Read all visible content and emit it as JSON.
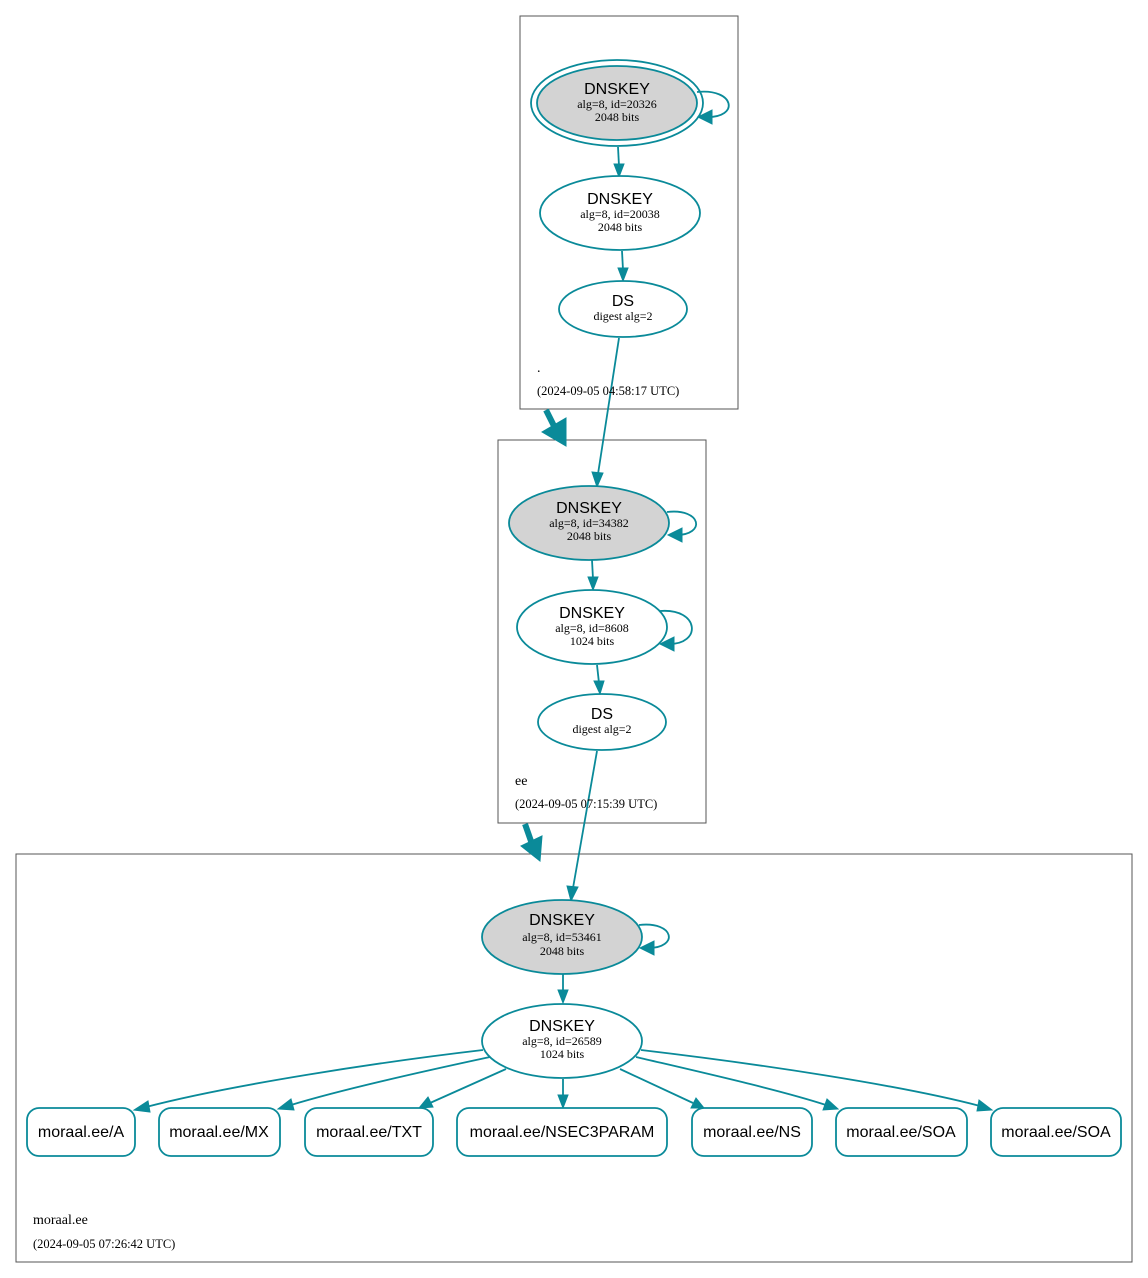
{
  "colors": {
    "edge": "#0a8a99",
    "ksk_fill": "#d3d3d3",
    "zsk_fill": "#ffffff",
    "zone_border": "#555555"
  },
  "zones": [
    {
      "id": "root",
      "name": ".",
      "timestamp": "(2024-09-05 04:58:17 UTC)",
      "nodes": [
        {
          "id": "root-ksk",
          "type": "DNSKEY",
          "line1": "alg=8, id=20326",
          "line2": "2048 bits",
          "fill": "#d3d3d3",
          "trust_anchor": true,
          "self_signed": true
        },
        {
          "id": "root-zsk",
          "type": "DNSKEY",
          "line1": "alg=8, id=20038",
          "line2": "2048 bits",
          "fill": "#ffffff",
          "trust_anchor": false,
          "self_signed": false
        },
        {
          "id": "root-ds",
          "type": "DS",
          "line1": "digest alg=2",
          "line2": "",
          "fill": "#ffffff",
          "trust_anchor": false,
          "self_signed": false
        }
      ]
    },
    {
      "id": "ee",
      "name": "ee",
      "timestamp": "(2024-09-05 07:15:39 UTC)",
      "nodes": [
        {
          "id": "ee-ksk",
          "type": "DNSKEY",
          "line1": "alg=8, id=34382",
          "line2": "2048 bits",
          "fill": "#d3d3d3",
          "trust_anchor": false,
          "self_signed": true
        },
        {
          "id": "ee-zsk",
          "type": "DNSKEY",
          "line1": "alg=8, id=8608",
          "line2": "1024 bits",
          "fill": "#ffffff",
          "trust_anchor": false,
          "self_signed": true
        },
        {
          "id": "ee-ds",
          "type": "DS",
          "line1": "digest alg=2",
          "line2": "",
          "fill": "#ffffff",
          "trust_anchor": false,
          "self_signed": false
        }
      ]
    },
    {
      "id": "moraal",
      "name": "moraal.ee",
      "timestamp": "(2024-09-05 07:26:42 UTC)",
      "nodes": [
        {
          "id": "moraal-ksk",
          "type": "DNSKEY",
          "line1": "alg=8, id=53461",
          "line2": "2048 bits",
          "fill": "#d3d3d3",
          "trust_anchor": false,
          "self_signed": true
        },
        {
          "id": "moraal-zsk",
          "type": "DNSKEY",
          "line1": "alg=8, id=26589",
          "line2": "1024 bits",
          "fill": "#ffffff",
          "trust_anchor": false,
          "self_signed": false
        }
      ],
      "rrsets": [
        "moraal.ee/A",
        "moraal.ee/MX",
        "moraal.ee/TXT",
        "moraal.ee/NSEC3PARAM",
        "moraal.ee/NS",
        "moraal.ee/SOA",
        "moraal.ee/SOA"
      ]
    }
  ]
}
